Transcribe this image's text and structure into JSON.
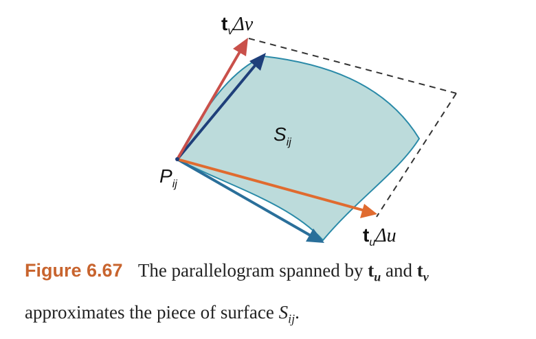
{
  "diagram": {
    "labels": {
      "tv": "t",
      "tv_sub": "v",
      "tv_delta": "Δv",
      "tu": "t",
      "tu_sub": "u",
      "tu_delta": "Δu",
      "p": "P",
      "p_sub": "ij",
      "s": "S",
      "s_sub": "ij"
    },
    "colors": {
      "surface_fill": "#bcdbdb",
      "surface_stroke": "#2a8aa8",
      "tv_arrow": "#c9504a",
      "tu_arrow": "#e06b2f",
      "dark_blue_arrow": "#1e3f7a",
      "teal_arrow": "#2a6f9a",
      "dashed": "#333333"
    }
  },
  "caption": {
    "figure_number": "Figure 6.67",
    "text_1": "The parallelogram spanned by",
    "tu_bold": "t",
    "tu_sub": "u",
    "and": "and",
    "tv_bold": "t",
    "tv_sub": "v",
    "text_2": "approximates the piece of surface",
    "s_italic": "S",
    "s_sub": "ij",
    "period": "."
  }
}
